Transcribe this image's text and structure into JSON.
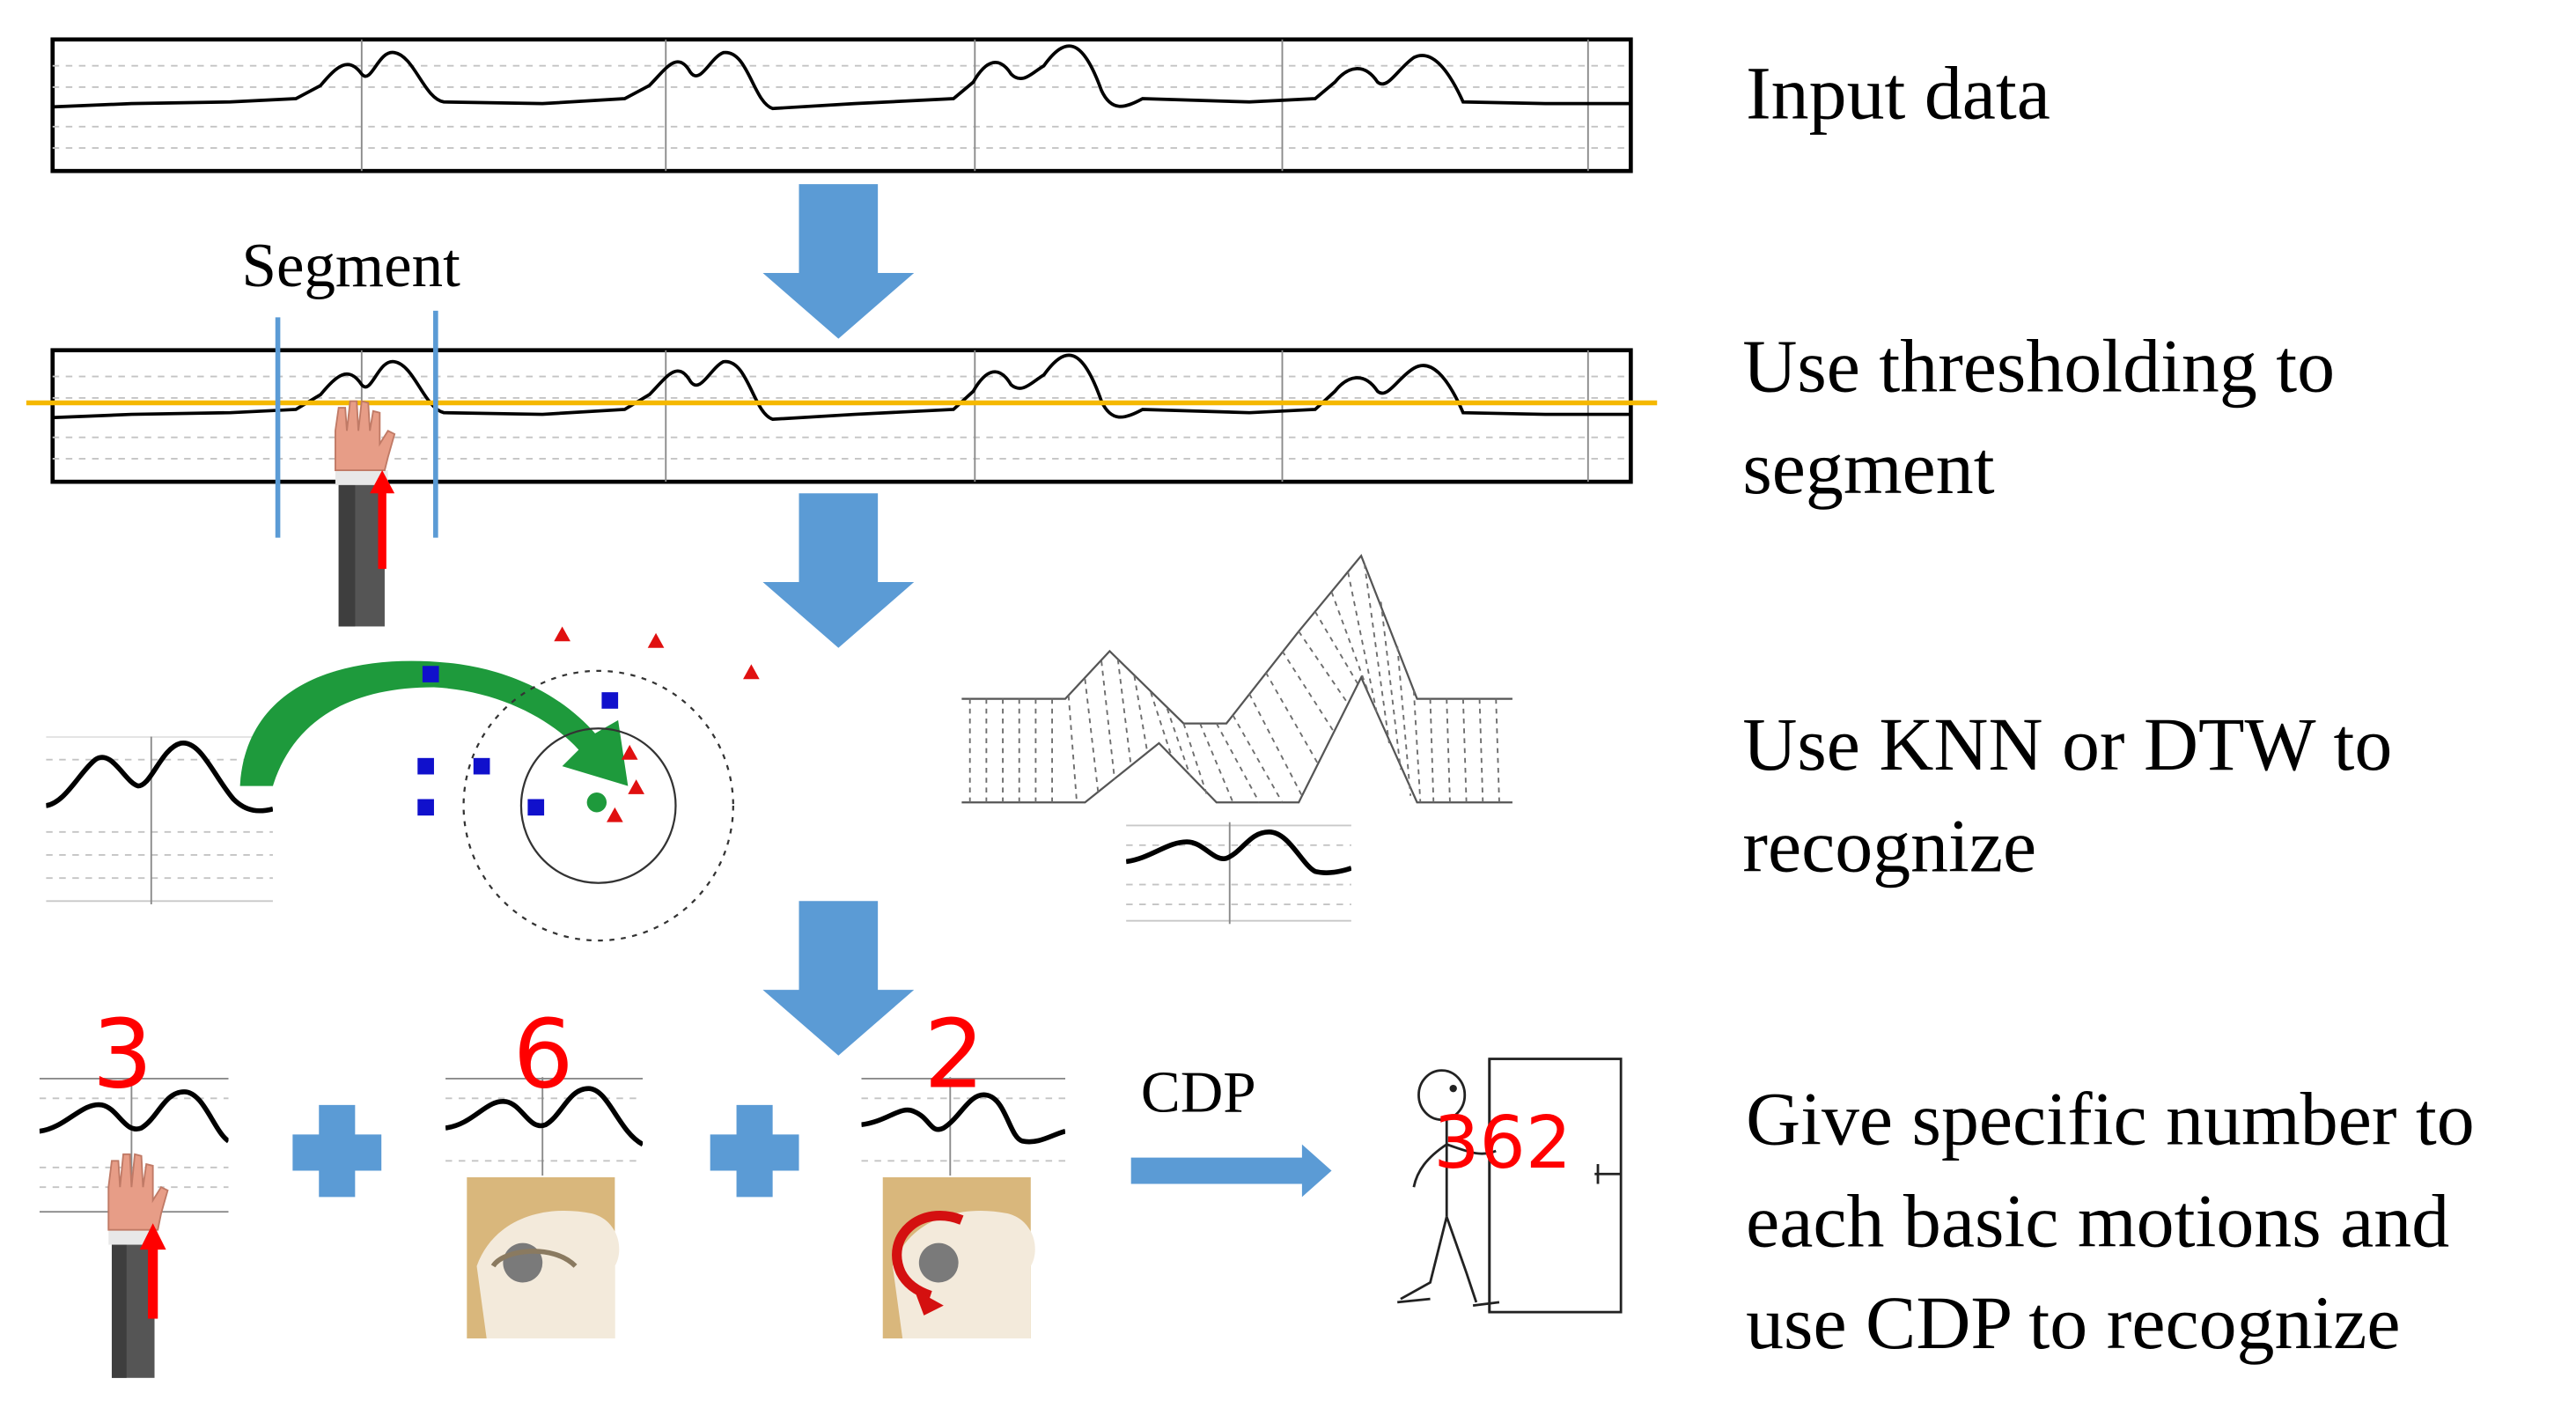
{
  "steps": {
    "step1": "Input data",
    "step2": "Use thresholding to segment",
    "step3": "Use KNN or DTW to recognize",
    "step4": "Give specific number to each basic motions and use CDP to recognize"
  },
  "labels": {
    "segment": "Segment",
    "cdp": "CDP"
  },
  "motion_numbers": [
    "3",
    "6",
    "2"
  ],
  "combined_number": "362",
  "colors": {
    "arrow_blue": "#5b9bd5",
    "threshold_orange": "#f5b800",
    "segment_line": "#5b9bd5",
    "knn_arrow_green": "#1e9a3c",
    "class_square": "#1010cc",
    "class_triangle": "#e01010",
    "query_point": "#1e9a3c",
    "number_red": "#ff0000"
  },
  "icons": [
    "raise-hand-icon",
    "grip-knob-icon",
    "turn-knob-icon",
    "person-opening-door-icon"
  ]
}
